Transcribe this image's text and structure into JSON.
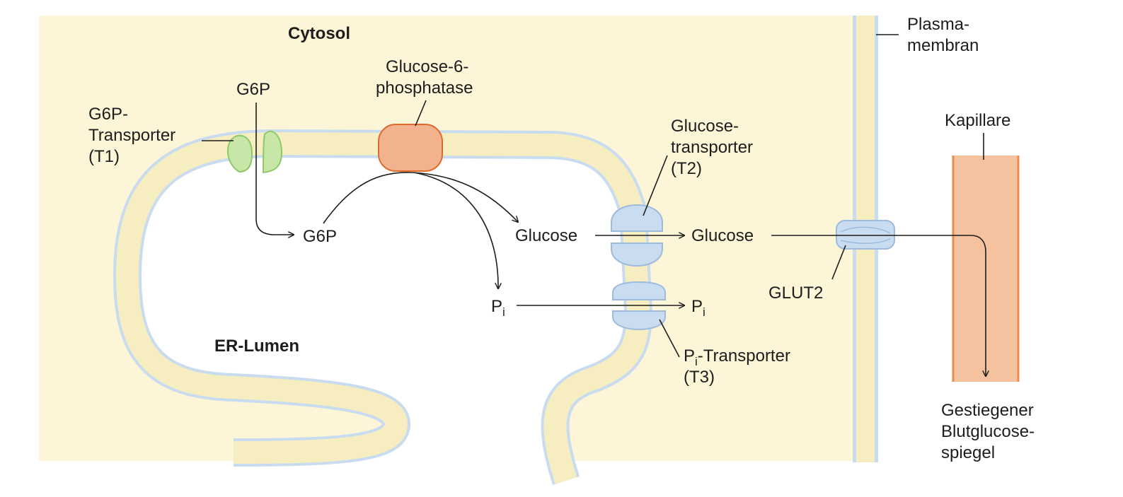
{
  "labels": {
    "cytosol": "Cytosol",
    "er_lumen": "ER-Lumen",
    "plasma_line1": "Plasma-",
    "plasma_line2": "membran",
    "kapillare": "Kapillare",
    "g6p_top": "G6P",
    "g6p_lumen": "G6P",
    "t1_line1": "G6P-",
    "t1_line2": "Transporter",
    "t1_line3": "(T1)",
    "g6pase_line1": "Glucose-6-",
    "g6pase_line2": "phosphatase",
    "t2_line1": "Glucose-",
    "t2_line2": "transporter",
    "t2_line3": "(T2)",
    "glucose_lumen": "Glucose",
    "glucose_cytosol": "Glucose",
    "pi_lumen_main": "P",
    "pi_lumen_sub": "i",
    "pi_cytosol_main": "P",
    "pi_cytosol_sub": "i",
    "t3_main": "P",
    "t3_sub": "i",
    "t3_rest": "-Transporter",
    "t3_line2": "(T3)",
    "glut2": "GLUT2",
    "blood_line1": "Gestiegener",
    "blood_line2": "Blutglucose-",
    "blood_line3": "spiegel"
  },
  "colors": {
    "cytosol_bg": "#fdf5d8",
    "er_membrane": "#f6eec1",
    "membrane_edge": "#c9dcef",
    "t1_fill": "#c8e6a8",
    "t1_stroke": "#8fc86a",
    "g6pase_fill": "#f2b28e",
    "g6pase_stroke": "#e06a2c",
    "transporter_fill": "#c9dcf0",
    "transporter_stroke": "#9dbbdc",
    "capillary_fill": "#f5c29f",
    "capillary_stroke": "#ef8a4c"
  }
}
